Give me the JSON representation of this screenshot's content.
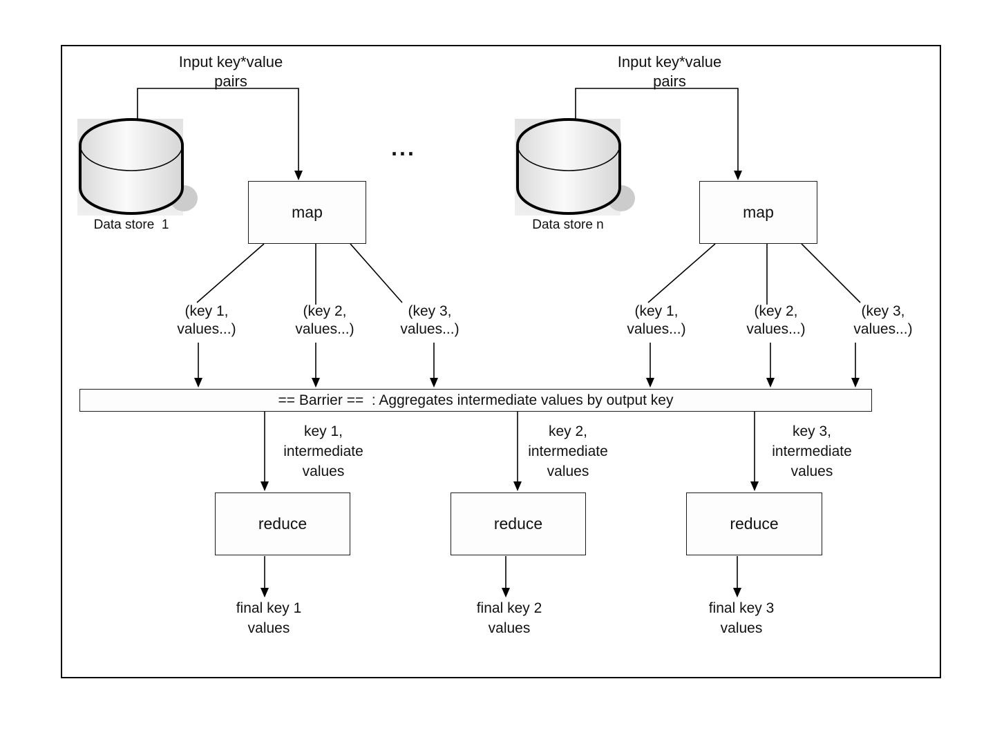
{
  "pipelines": [
    {
      "input_label": "Input key*value\npairs",
      "datastore_label": "Data store  1",
      "map_label": "map",
      "outputs": [
        "(key 1,\nvalues...)",
        "(key 2,\nvalues...)",
        "(key 3,\nvalues...)"
      ]
    },
    {
      "input_label": "Input key*value\npairs",
      "datastore_label": "Data store n",
      "map_label": "map",
      "outputs": [
        "(key 1,\nvalues...)",
        "(key 2,\nvalues...)",
        "(key 3,\nvalues...)"
      ]
    }
  ],
  "ellipsis": "...",
  "barrier_label": "== Barrier ==  : Aggregates intermediate values by output key",
  "reducers": [
    {
      "input_label": "key 1,\nintermediate\nvalues",
      "box_label": "reduce",
      "output_label": "final key 1\nvalues"
    },
    {
      "input_label": "key 2,\nintermediate\nvalues",
      "box_label": "reduce",
      "output_label": "final key 2\nvalues"
    },
    {
      "input_label": "key 3,\nintermediate\nvalues",
      "box_label": "reduce",
      "output_label": "final key 3\nvalues"
    }
  ],
  "colors": {
    "line": "#000000",
    "box_fill": "#fdfdfd",
    "cylinder_backdrop": "#e8e8e8"
  }
}
